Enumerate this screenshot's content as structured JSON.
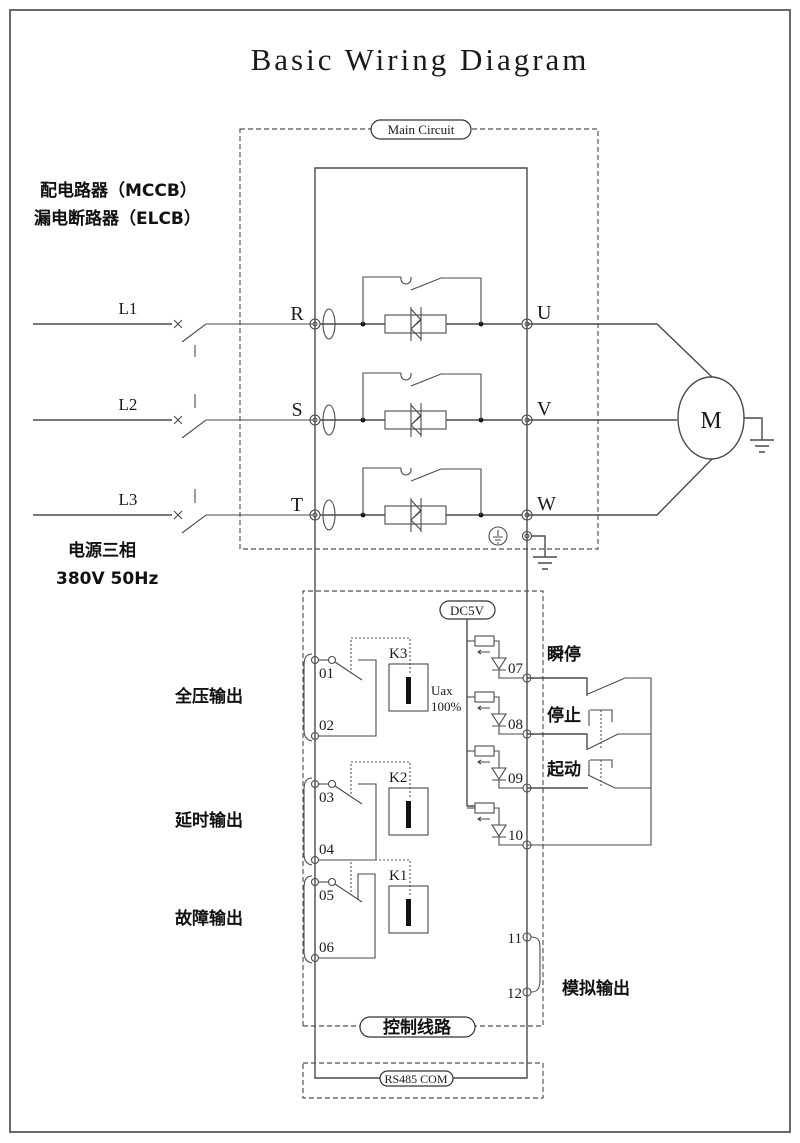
{
  "title": "Basic Wiring Diagram",
  "main_circuit": {
    "label": "Main Circuit",
    "breaker_label_line1": "配电路器（MCCB）",
    "breaker_label_line2": "漏电断路器（ELCB）",
    "lines": [
      {
        "line": "L1",
        "input": "R",
        "output": "U"
      },
      {
        "line": "L2",
        "input": "S",
        "output": "V"
      },
      {
        "line": "L3",
        "input": "T",
        "output": "W"
      }
    ],
    "power_label_line1": "电源三相",
    "power_label_line2": "380V 50Hz",
    "motor_label": "M"
  },
  "control_circuit": {
    "label": "控制线路",
    "supply_label": "DC5V",
    "relays": [
      {
        "name": "K3",
        "output_label": "全压输出",
        "terminals": [
          "01",
          "02"
        ],
        "extra_line1": "Uax",
        "extra_line2": "100%"
      },
      {
        "name": "K2",
        "output_label": "延时输出",
        "terminals": [
          "03",
          "04"
        ]
      },
      {
        "name": "K1",
        "output_label": "故障输出",
        "terminals": [
          "05",
          "06"
        ]
      }
    ],
    "inputs": [
      {
        "terminal": "07",
        "label": "瞬停"
      },
      {
        "terminal": "08",
        "label": "停止"
      },
      {
        "terminal": "09",
        "label": "起动"
      },
      {
        "terminal": "10",
        "label": ""
      }
    ],
    "analog": {
      "terminals": [
        "11",
        "12"
      ],
      "label": "模拟输出"
    }
  },
  "comm": {
    "label": "RS485 COM"
  }
}
